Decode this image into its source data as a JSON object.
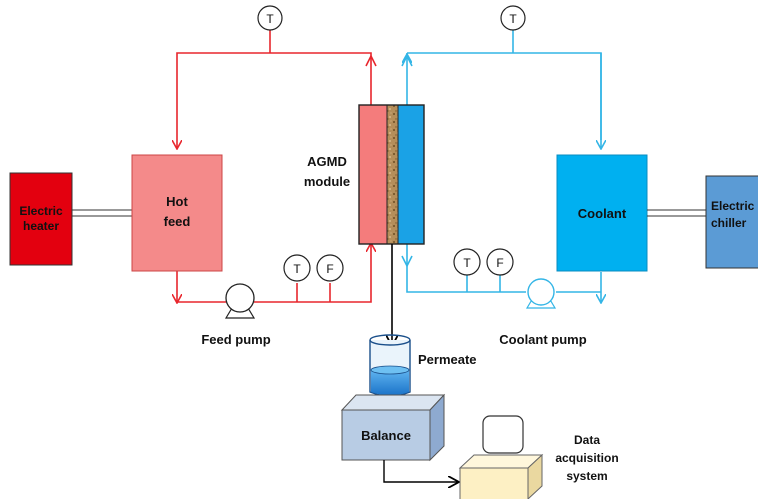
{
  "blocks": {
    "electric_heater": [
      "Electric",
      "heater"
    ],
    "hot_feed": [
      "Hot",
      "feed"
    ],
    "agmd_module": [
      "AGMD",
      "module"
    ],
    "coolant": "Coolant",
    "electric_chiller": [
      "Electric",
      "chiller"
    ],
    "balance": "Balance",
    "data_acquisition": [
      "Data",
      "acquisition",
      "system"
    ]
  },
  "labels": {
    "feed_pump": "Feed pump",
    "coolant_pump": "Coolant pump",
    "permeate": "Permeate"
  },
  "sensors": {
    "temperature": "T",
    "flow": "F"
  },
  "colors": {
    "hot_line": "#e8262d",
    "cold_line": "#33b5e6",
    "heater": "#e3000f",
    "hot_feed": "#f48a8a",
    "hot_side": "#f47c7c",
    "membrane": "#b58e5a",
    "cold_side": "#1aa2e6",
    "coolant": "#00b0f0",
    "chiller": "#5b9bd5",
    "balance": "#b8cce4",
    "daq_box": "#fdf0c4",
    "permeate_water": "#2d8ee0"
  }
}
